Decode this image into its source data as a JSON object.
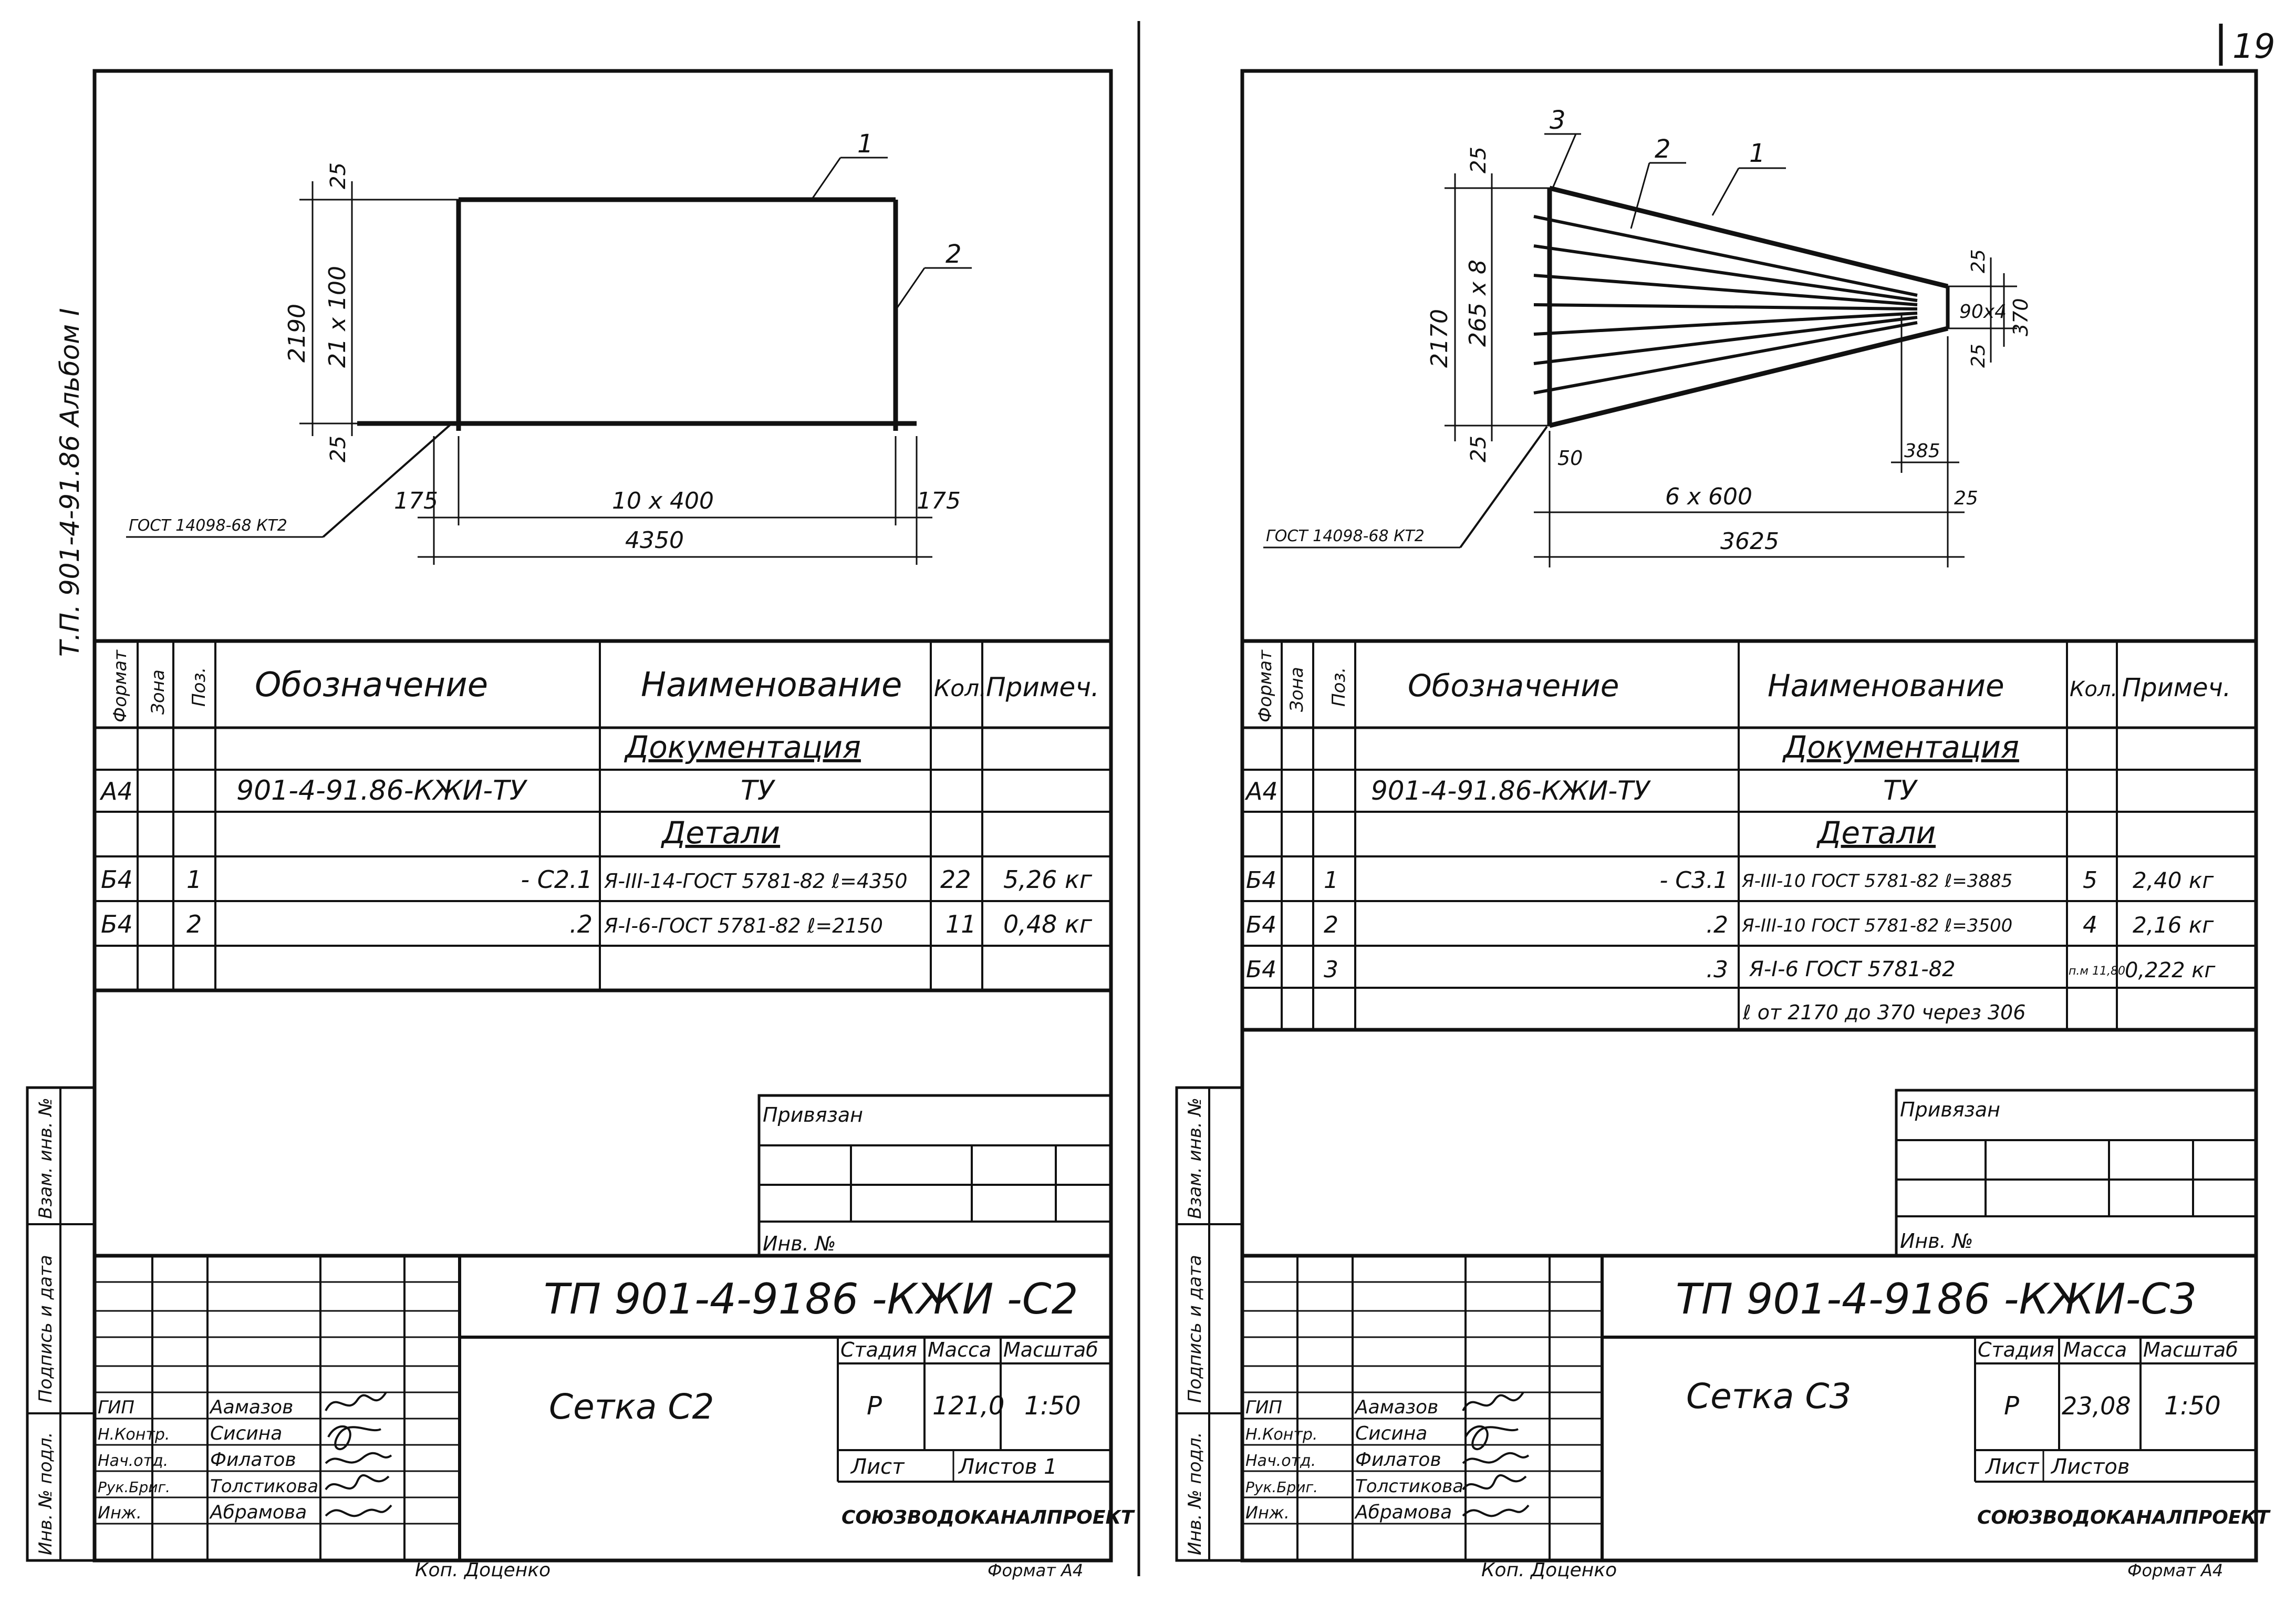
{
  "page_number": "19",
  "left": {
    "album_vertical": "Т.П. 901-4-91.86     Альбом I",
    "drawing": {
      "leader_1": "1",
      "leader_2": "2",
      "dim_2190": "2190",
      "dim_21x100": "21 x 100",
      "dim_25_top": "25",
      "dim_25_bottom": "25",
      "dim_175_left": "175",
      "dim_10x400": "10 x 400",
      "dim_175_right": "175",
      "dim_4350": "4350",
      "weld_note": "ГОСТ 14098-68 КТ2"
    },
    "spec_table": {
      "headers": {
        "format": "Формат",
        "zone": "Зона",
        "pos": "Поз.",
        "designation": "Обозначение",
        "name": "Наименование",
        "qty": "Кол.",
        "note": "Примеч."
      },
      "section_doc": "Документация",
      "doc_row": {
        "format": "А4",
        "designation": "901-4-91.86-КЖИ-ТУ",
        "name": "ТУ"
      },
      "section_parts": "Детали",
      "rows": [
        {
          "format": "Б4",
          "pos": "1",
          "designation": "- С2.1",
          "name": "Я-III-14-ГОСТ 5781-82 ℓ=4350",
          "qty": "22",
          "note": "5,26 кг"
        },
        {
          "format": "Б4",
          "pos": "2",
          "designation": ".2",
          "name": "Я-I-6-ГОСТ 5781-82 ℓ=2150",
          "qty": "11",
          "note": "0,48 кг"
        }
      ]
    },
    "side_stamp": [
      "Инв. № подл.",
      "Подпись и дата",
      "Взам. инв. №"
    ],
    "privyazan": "Привязан",
    "inv_no": "Инв. №",
    "title_block": {
      "code": "ТП 901-4-9186 -КЖИ -С2",
      "sheet_name": "Сетка С2",
      "stage_label": "Стадия",
      "mass_label": "Масса",
      "scale_label": "Масштаб",
      "stage": "Р",
      "mass": "121,0",
      "scale": "1:50",
      "sheet_label": "Лист",
      "sheets_label": "Листов 1",
      "org": "СОЮЗВОДОКАНАЛПРОЕКТ",
      "roles": [
        "ГИП",
        "Н.Контр.",
        "Нач.отд.",
        "Рук.Бриг.",
        "Инж."
      ],
      "names": [
        "Аамазов",
        "Сисина",
        "Филатов",
        "Толстикова",
        "Абрамова"
      ]
    },
    "footer_copy": "Коп. Доценко",
    "footer_format": "Формат А4"
  },
  "right": {
    "drawing": {
      "leader_1": "1",
      "leader_2": "2",
      "leader_3": "3",
      "dim_25_top": "25",
      "dim_2170": "2170",
      "dim_265x8": "265 x 8",
      "dim_25_bottom": "25",
      "dim_50": "50",
      "dim_6x600": "6 x 600",
      "dim_3625": "3625",
      "dim_25_r_top": "25",
      "dim_90x4": "90x4",
      "dim_370": "370",
      "dim_25_r_bot": "25",
      "dim_385": "385",
      "dim_25_end": "25",
      "weld_note": "ГОСТ 14098-68 КТ2"
    },
    "spec_table": {
      "headers": {
        "format": "Формат",
        "zone": "Зона",
        "pos": "Поз.",
        "designation": "Обозначение",
        "name": "Наименование",
        "qty": "Кол.",
        "note": "Примеч."
      },
      "section_doc": "Документация",
      "doc_row": {
        "format": "А4",
        "designation": "901-4-91.86-КЖИ-ТУ",
        "name": "ТУ"
      },
      "section_parts": "Детали",
      "rows": [
        {
          "format": "Б4",
          "pos": "1",
          "designation": "- С3.1",
          "name": "Я-III-10 ГОСТ 5781-82 ℓ=3885",
          "qty": "5",
          "note": "2,40 кг"
        },
        {
          "format": "Б4",
          "pos": "2",
          "designation": ".2",
          "name": "Я-III-10 ГОСТ 5781-82 ℓ=3500",
          "qty": "4",
          "note": "2,16 кг"
        },
        {
          "format": "Б4",
          "pos": "3",
          "designation": ".3",
          "name": "Я-I-6 ГОСТ 5781-82",
          "qty": "п.м 11,80",
          "note": "0,222 кг"
        }
      ],
      "extra_row": "ℓ от 2170 до 370 через 306"
    },
    "side_stamp": [
      "Инв. № подл.",
      "Подпись и дата",
      "Взам. инв. №"
    ],
    "privyazan": "Привязан",
    "inv_no": "Инв. №",
    "title_block": {
      "code": "ТП 901-4-9186 -КЖИ-С3",
      "sheet_name": "Сетка С3",
      "stage_label": "Стадия",
      "mass_label": "Масса",
      "scale_label": "Масштаб",
      "stage": "Р",
      "mass": "23,08",
      "scale": "1:50",
      "sheet_label": "Лист",
      "sheets_label": "Листов",
      "org": "СОЮЗВОДОКАНАЛПРОЕКТ",
      "roles": [
        "ГИП",
        "Н.Контр.",
        "Нач.отд.",
        "Рук.Бриг.",
        "Инж."
      ],
      "names": [
        "Аамазов",
        "Сисина",
        "Филатов",
        "Толстикова",
        "Абрамова"
      ]
    },
    "footer_copy": "Коп. Доценко",
    "footer_format": "Формат А4"
  }
}
